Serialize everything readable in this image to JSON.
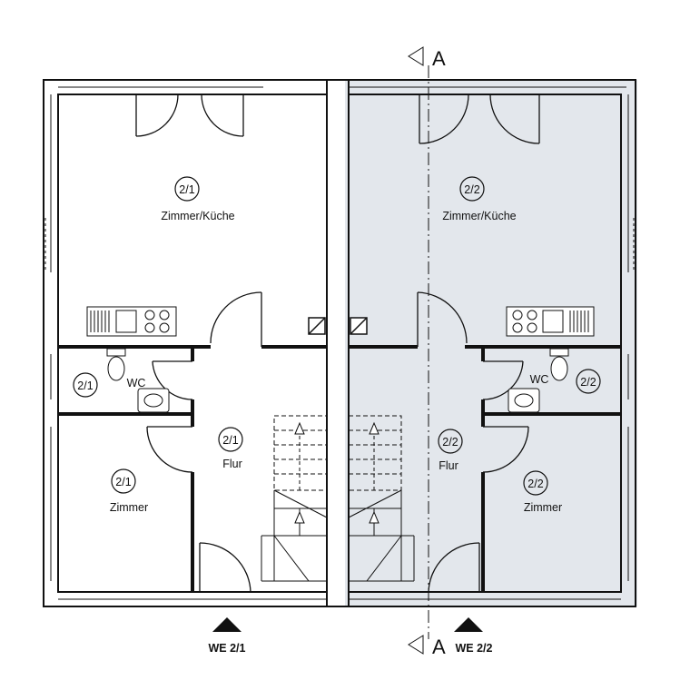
{
  "section_marks": {
    "top": "A",
    "bottom": "A"
  },
  "units": [
    {
      "id": "2/1",
      "rooms": {
        "living_kitchen": {
          "number": "2/1",
          "name": "Zimmer/Küche"
        },
        "wc": {
          "number": "2/1",
          "name": "WC"
        },
        "room": {
          "number": "2/1",
          "name": "Zimmer"
        },
        "hall": {
          "number": "2/1",
          "name": "Flur"
        }
      },
      "entrance": "WE 2/1"
    },
    {
      "id": "2/2",
      "rooms": {
        "living_kitchen": {
          "number": "2/2",
          "name": "Zimmer/Küche"
        },
        "wc": {
          "number": "2/2",
          "name": "WC"
        },
        "room": {
          "number": "2/2",
          "name": "Zimmer"
        },
        "hall": {
          "number": "2/2",
          "name": "Flur"
        }
      },
      "entrance": "WE 2/2"
    }
  ],
  "colors": {
    "wall": "#111111",
    "shade": "#e3e7ec",
    "line": "#222222"
  }
}
